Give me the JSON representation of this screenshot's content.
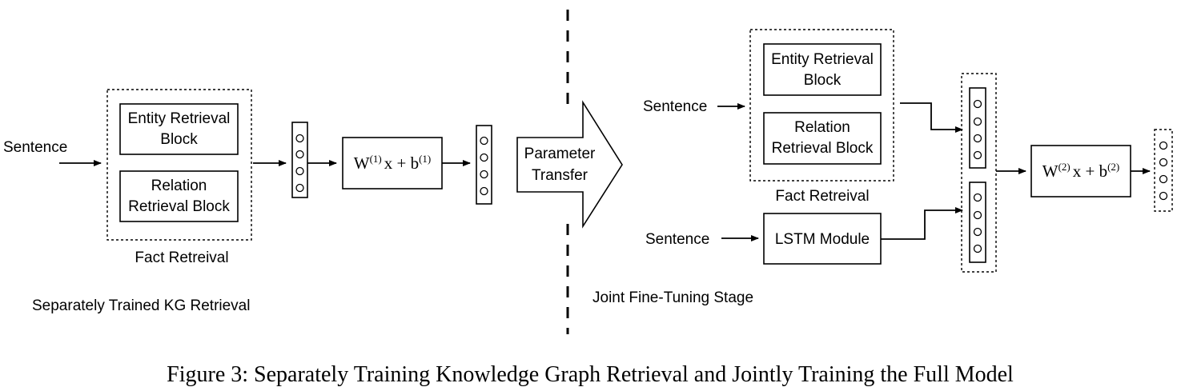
{
  "left": {
    "input_label": "Sentence",
    "entity_block": [
      "Entity Retrieval",
      "Block"
    ],
    "relation_block": [
      "Relation",
      "Retrieval Block"
    ],
    "group_label": "Fact Retreival",
    "stage_label": "Separately Trained KG Retrieval",
    "equation": {
      "main": "W",
      "sup1": "(1)",
      "mid": "x + b",
      "sup2": "(1)"
    }
  },
  "transfer": {
    "label": [
      "Parameter",
      "Transfer"
    ]
  },
  "right": {
    "input_label_top": "Sentence",
    "input_label_bottom": "Sentence",
    "entity_block": [
      "Entity Retrieval",
      "Block"
    ],
    "relation_block": [
      "Relation",
      "Retrieval Block"
    ],
    "group_label": "Fact Retreival",
    "lstm_label": "LSTM Module",
    "stage_label": "Joint Fine-Tuning Stage",
    "equation": {
      "main": "W",
      "sup1": "(2)",
      "mid": "x + b",
      "sup2": "(2)"
    }
  },
  "caption": "Figure 3: Separately Training Knowledge Graph Retrieval and Jointly Training the Full Model"
}
